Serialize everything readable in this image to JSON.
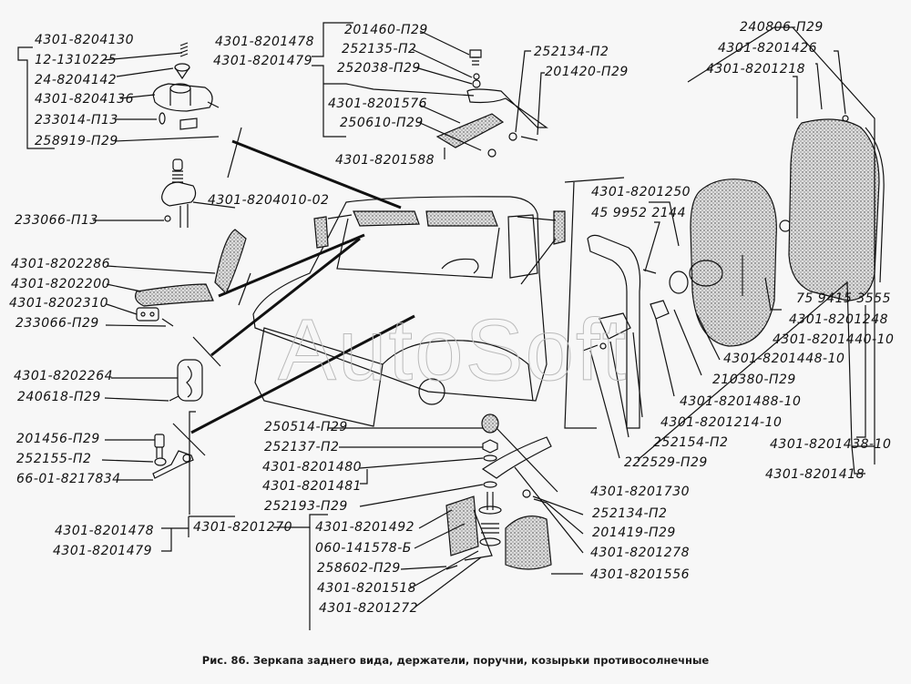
{
  "figure": {
    "caption": "Рис. 86. Зеркапа заднего вида, держатели, поручни, козырьки противосолнечные",
    "watermark": "AutoSoft",
    "colors": {
      "ink": "#111111",
      "paper": "#f7f7f7",
      "stipple": "#555555"
    }
  },
  "labels": {
    "tl_group": [
      "4301-8204130",
      "12-1310225",
      "24-8204142",
      "4301-8204136",
      "233014-П13",
      "258919-П29"
    ],
    "tm_pair": [
      "4301-8201478",
      "4301-8201479"
    ],
    "tm_group": [
      "201460-П29",
      "252135-П2",
      "252038-П29",
      "4301-8201576",
      "250610-П29",
      "4301-8201588"
    ],
    "tr_small": [
      "252134-П2",
      "201420-П29"
    ],
    "holder": [
      "4301-8204010-02",
      "233066-П13"
    ],
    "handrail": [
      "4301-8202286",
      "4301-8202200",
      "4301-8202310",
      "233066-П29"
    ],
    "visor": [
      "4301-8202264",
      "240618-П29"
    ],
    "bracket": [
      "201456-П29",
      "252155-П2",
      "66-01-8217834"
    ],
    "bl_pair": [
      "4301-8201478",
      "4301-8201479"
    ],
    "bm_group": [
      "250514-П29",
      "252137-П2",
      "4301-8201480",
      "4301-8201481",
      "252193-П29"
    ],
    "bm_main": "4301-8201270",
    "bm_sub": [
      "4301-8201492",
      "060-141578-Б",
      "258602-П29",
      "4301-8201518",
      "4301-8201272"
    ],
    "br_group": [
      "4301-8201730",
      "252134-П2",
      "201419-П29",
      "4301-8201278",
      "4301-8201556"
    ],
    "mirror_top": [
      "240806-П29",
      "4301-8201426",
      "4301-8201218"
    ],
    "mirror_mid": [
      "4301-8201250",
      "45 9952 2144"
    ],
    "mirror_right": [
      "75 9415 3555",
      "4301-8201248",
      "4301-8201440-10",
      "4301-8201448-10",
      "210380-П29",
      "4301-8201488-10",
      "4301-8201214-10",
      "252154-П2",
      "222529-П29",
      "4301-8201438-10",
      "4301-8201418"
    ]
  }
}
